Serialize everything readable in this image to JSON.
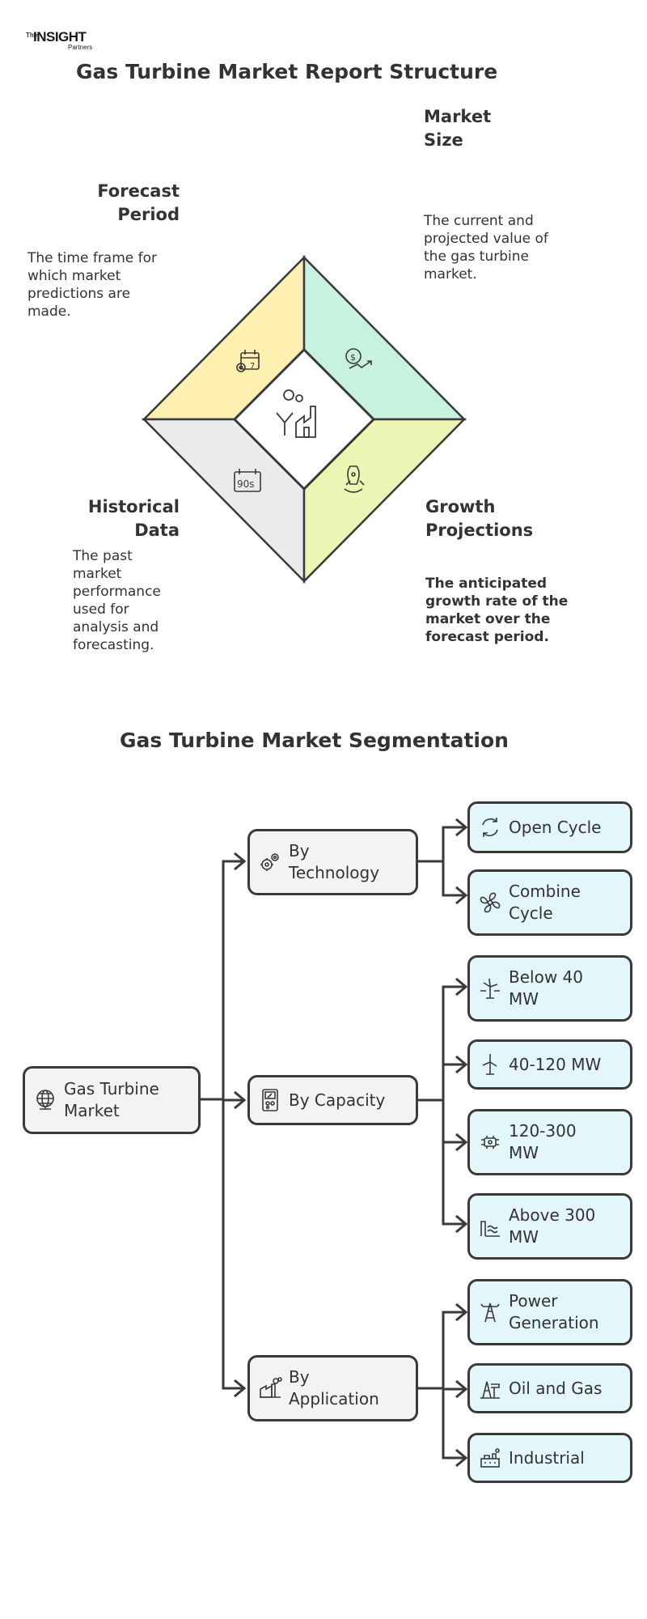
{
  "logo": {
    "the": "The",
    "insight": "INSIGHT",
    "partners": "Partners"
  },
  "structure": {
    "title": "Gas Turbine Market Report Structure",
    "market_size": {
      "heading": "Market\nSize",
      "description": "The current and\nprojected value of\nthe gas turbine\nmarket."
    },
    "forecast_period": {
      "heading": "Forecast\nPeriod",
      "description": "The time frame for\nwhich market\npredictions are\nmade."
    },
    "historical_data": {
      "heading": "Historical\nData",
      "description": "The past\nmarket\nperformance\nused for\nanalysis and\nforecasting."
    },
    "growth_projections": {
      "heading": "Growth\nProjections",
      "description": "The anticipated\ngrowth rate of the\nmarket over the\nforecast period."
    },
    "colors": {
      "forecast": "#fdf0b0",
      "market": "#c8f2e0",
      "historical": "#ebebeb",
      "growth": "#ecf5b4"
    },
    "icons": {
      "forecast": "calendar-gear-icon",
      "market": "money-growth-icon",
      "historical": "90s-calendar-icon",
      "growth": "rocket-icon",
      "center": "factory-turbine-icon"
    },
    "center_badge": "90s"
  },
  "segmentation": {
    "title": "Gas Turbine Market Segmentation",
    "root": {
      "label": "Gas Turbine\nMarket",
      "icon": "globe-icon"
    },
    "branches": [
      {
        "label": "By\nTechnology",
        "icon": "gears-icon",
        "children": [
          {
            "label": "Open Cycle",
            "icon": "cycle-arrows-icon"
          },
          {
            "label": "Combine\nCycle",
            "icon": "fan-icon"
          }
        ]
      },
      {
        "label": "By Capacity",
        "icon": "meter-icon",
        "children": [
          {
            "label": "Below 40\nMW",
            "icon": "wind-turbine-icon"
          },
          {
            "label": "40-120 MW",
            "icon": "wind-turbine-icon"
          },
          {
            "label": "120-300\nMW",
            "icon": "turbine-icon"
          },
          {
            "label": "Above 300\nMW",
            "icon": "power-plant-icon"
          }
        ]
      },
      {
        "label": "By\nApplication",
        "icon": "factory-icon",
        "children": [
          {
            "label": "Power\nGeneration",
            "icon": "power-tower-icon"
          },
          {
            "label": "Oil and Gas",
            "icon": "oil-rig-icon"
          },
          {
            "label": "Industrial",
            "icon": "industry-icon"
          }
        ]
      }
    ],
    "colors": {
      "root": "#f3f3f3",
      "branch": "#f3f3f3",
      "leaf": "#e3f6fa",
      "stroke": "#3a3a3a"
    }
  }
}
